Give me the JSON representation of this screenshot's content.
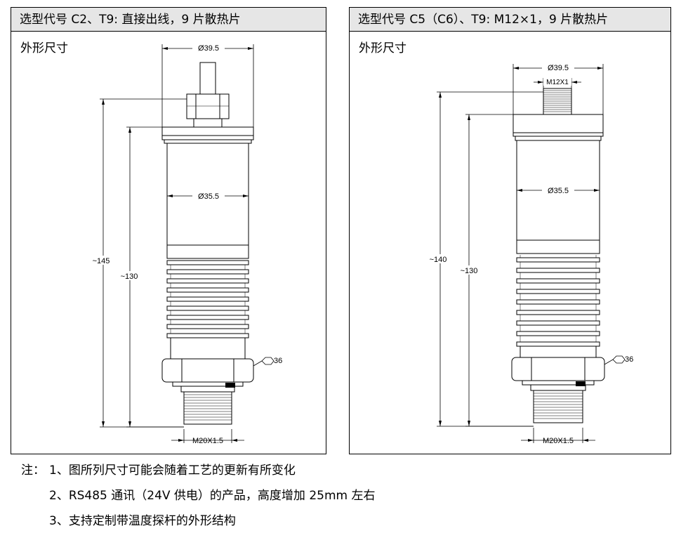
{
  "panels": [
    {
      "title": "选型代号 C2、T9: 直接出线，9 片散热片",
      "subtitle": "外形尺寸",
      "dims": {
        "top_diameter": "Ø39.5",
        "body_diameter": "Ø35.5",
        "overall_length": "~145",
        "body_length": "~130",
        "hex": "36",
        "thread": "M20X1.5"
      }
    },
    {
      "title": "选型代号 C5（C6）、T9: M12×1，9 片散热片",
      "subtitle": "外形尺寸",
      "dims": {
        "top_diameter": "Ø39.5",
        "connector": "M12X1",
        "body_diameter": "Ø35.5",
        "overall_length": "~140",
        "body_length": "~130",
        "hex": "36",
        "thread": "M20X1.5"
      }
    }
  ],
  "notes": {
    "prefix": "注：",
    "items": [
      "1、图所列尺寸可能会随着工艺的更新有所变化",
      "2、RS485 通讯（24V 供电）的产品，高度增加 25mm 左右",
      "3、支持定制带温度探杆的外形结构"
    ]
  }
}
